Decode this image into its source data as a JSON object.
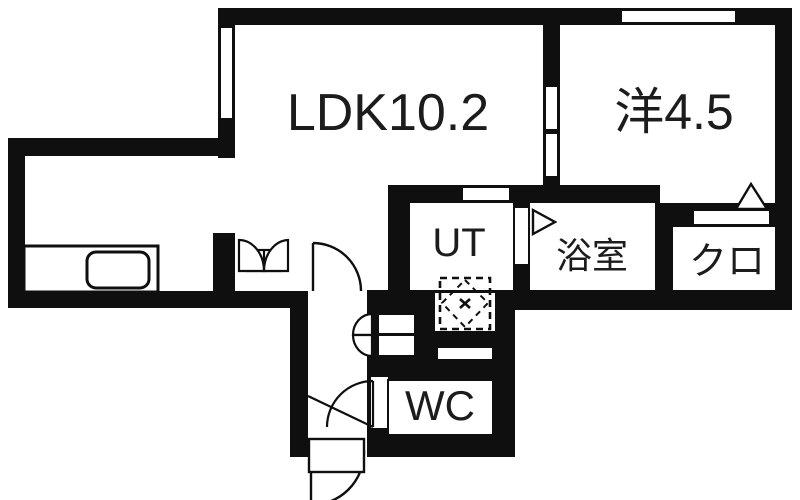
{
  "title": "apartment-floor-plan",
  "rooms": {
    "ldk": {
      "label": "LDK10.2"
    },
    "western": {
      "label": "洋4.5"
    },
    "utility": {
      "label": "UT"
    },
    "bath": {
      "label": "浴室"
    },
    "closet": {
      "label": "クロ"
    },
    "wc": {
      "label": "WC"
    }
  },
  "symbols": [
    "entrance-door-arc",
    "hall-door-arc",
    "ldk-hall-door-arc",
    "double-cabinet-door",
    "shoe-cabinet-double-door",
    "washing-machine-pan",
    "bath-door-triangle",
    "closet-door-triangle",
    "kitchen-counter",
    "kitchen-sink",
    "window-top",
    "window-left",
    "sliding-door-ldk-western"
  ],
  "colors": {
    "wall": "#0f0f0f",
    "floor": "#ffffff",
    "line": "#1c1c1c"
  }
}
